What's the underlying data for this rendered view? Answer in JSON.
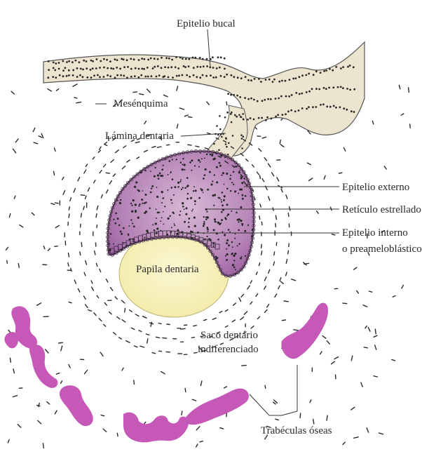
{
  "labels": {
    "epitelio_bucal": "Epitelio bucal",
    "mesenquima": "Mesénquima",
    "lamina_dentaria": "Lámina dentaria",
    "epitelio_externo": "Epitelio externo",
    "reticulo_estrellado": "Retículo estrellado",
    "epitelio_interno_1": "Epitelio interno",
    "epitelio_interno_2": "o preameloblástico",
    "papila_dentaria": "Papila dentaria",
    "saco_dentario_1": "Saco dentário",
    "saco_dentario_2": "indiferenciado",
    "trabeculas_oseas": "Trabéculas óseas"
  },
  "colors": {
    "enamel_organ": "#a16aa6",
    "enamel_organ_light": "#caa2c8",
    "papilla": "#f6f1b8",
    "epithelium": "#ece4cf",
    "bone": "#c658b8",
    "cells": "#2a2a2a"
  }
}
